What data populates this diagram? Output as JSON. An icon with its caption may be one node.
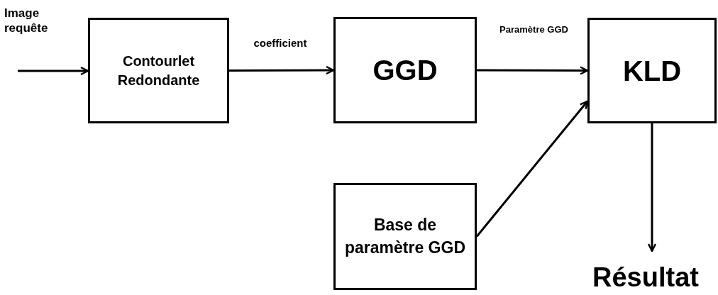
{
  "diagram": {
    "nodes": [
      {
        "text": [
          "Contourlet Redondante"
        ]
      },
      {
        "text": [
          "GGD"
        ]
      },
      {
        "text": [
          "KLD"
        ]
      },
      {
        "text": [
          "Base de paramètre GGD"
        ]
      },
      {
        "text": [
          "Résultat"
        ]
      }
    ],
    "edges": [
      {
        "from": null,
        "to": 0,
        "arrow": "to",
        "label": "Image requête"
      },
      {
        "from": 0,
        "to": 1,
        "arrow": "to",
        "label": "coefficient"
      },
      {
        "from": 1,
        "to": 2,
        "arrow": "to",
        "label": "Paramètre GGD"
      },
      {
        "from": 3,
        "to": 2,
        "arrow": "to"
      },
      {
        "from": 2,
        "to": 4,
        "arrow": "to"
      }
    ]
  }
}
